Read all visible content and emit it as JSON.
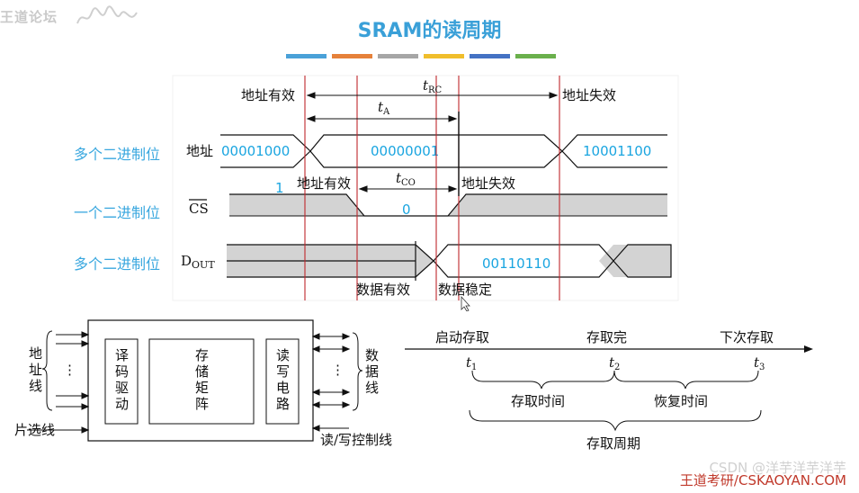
{
  "header": {
    "logo_text": "王道论坛",
    "title": "SRAM的读周期",
    "bar_colors": [
      "#4aa1d8",
      "#e6813a",
      "#a6a6a6",
      "#f0be2b",
      "#4472c4",
      "#6ab04c"
    ]
  },
  "timing": {
    "row_labels": [
      "多个二进制位",
      "一个二进制位",
      "多个二进制位"
    ],
    "addr_signal": "地址",
    "cs_signal": "CS",
    "dout_signal": "D",
    "dout_sub": "OUT",
    "addr_valid": "地址有效",
    "addr_invalid": "地址失效",
    "trc_main": "t",
    "trc_sub": "RC",
    "ta_main": "t",
    "ta_sub": "A",
    "tco_main": "t",
    "tco_sub": "CO",
    "addr_values": [
      "00001000",
      "00000001",
      "10001100"
    ],
    "cs_high_value": "1",
    "cs_low_value": "0",
    "dout_value": "00110110",
    "data_valid": "数据有效",
    "data_stable": "数据稳定"
  },
  "block": {
    "left_side": "地址线",
    "right_side": "数据线",
    "chip_select": "片选线",
    "rw_control": "读/写控制线",
    "decoder": "译码驱动",
    "array": "存储矩阵",
    "rw_circuit": "读写电路",
    "dots": "⋮"
  },
  "cycle": {
    "start": "启动存取",
    "done": "存取完",
    "next": "下次存取",
    "t1": "t",
    "t1_sub": "1",
    "t2": "t",
    "t2_sub": "2",
    "t3": "t",
    "t3_sub": "3",
    "access_time": "存取时间",
    "recovery_time": "恢复时间",
    "access_cycle": "存取周期"
  },
  "footer": {
    "watermark": "CSDN @洋芋洋芋洋芋",
    "brand": "王道考研/CSKAOYAN.COM"
  }
}
